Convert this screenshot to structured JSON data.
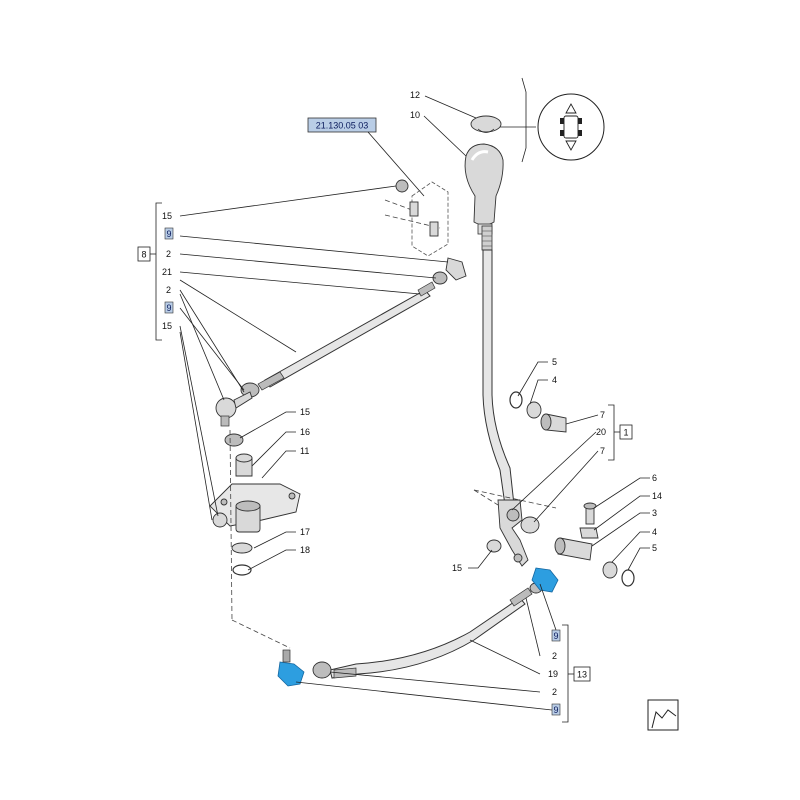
{
  "diagram": {
    "reference_code": "21.130.05 03",
    "group_boxes": {
      "left": "8",
      "right_mid": "1",
      "bottom": "13"
    },
    "callouts": {
      "knob_cap": "12",
      "knob": "10",
      "left_15a": "15",
      "left_9a": "9",
      "left_2a": "2",
      "left_21": "21",
      "left_2b": "2",
      "left_9b": "9",
      "left_15b": "15",
      "mid_15": "15",
      "mid_16": "16",
      "mid_11": "11",
      "mid_17": "17",
      "mid_18": "18",
      "r_5a": "5",
      "r_4a": "4",
      "r_7a": "7",
      "r_20": "20",
      "r_7b": "7",
      "r_6": "6",
      "r_14": "14",
      "r_3": "3",
      "r_4b": "4",
      "r_5b": "5",
      "r_15": "15",
      "b_9a": "9",
      "b_2a": "2",
      "b_19": "19",
      "b_2b": "2",
      "b_9b": "9"
    },
    "colors": {
      "highlight": "#2d9ee0",
      "ref_box": "#b9cde6"
    },
    "icons": {
      "inset_symbol": "shift-pattern-icon",
      "corner_symbol": "continuation-icon"
    }
  }
}
